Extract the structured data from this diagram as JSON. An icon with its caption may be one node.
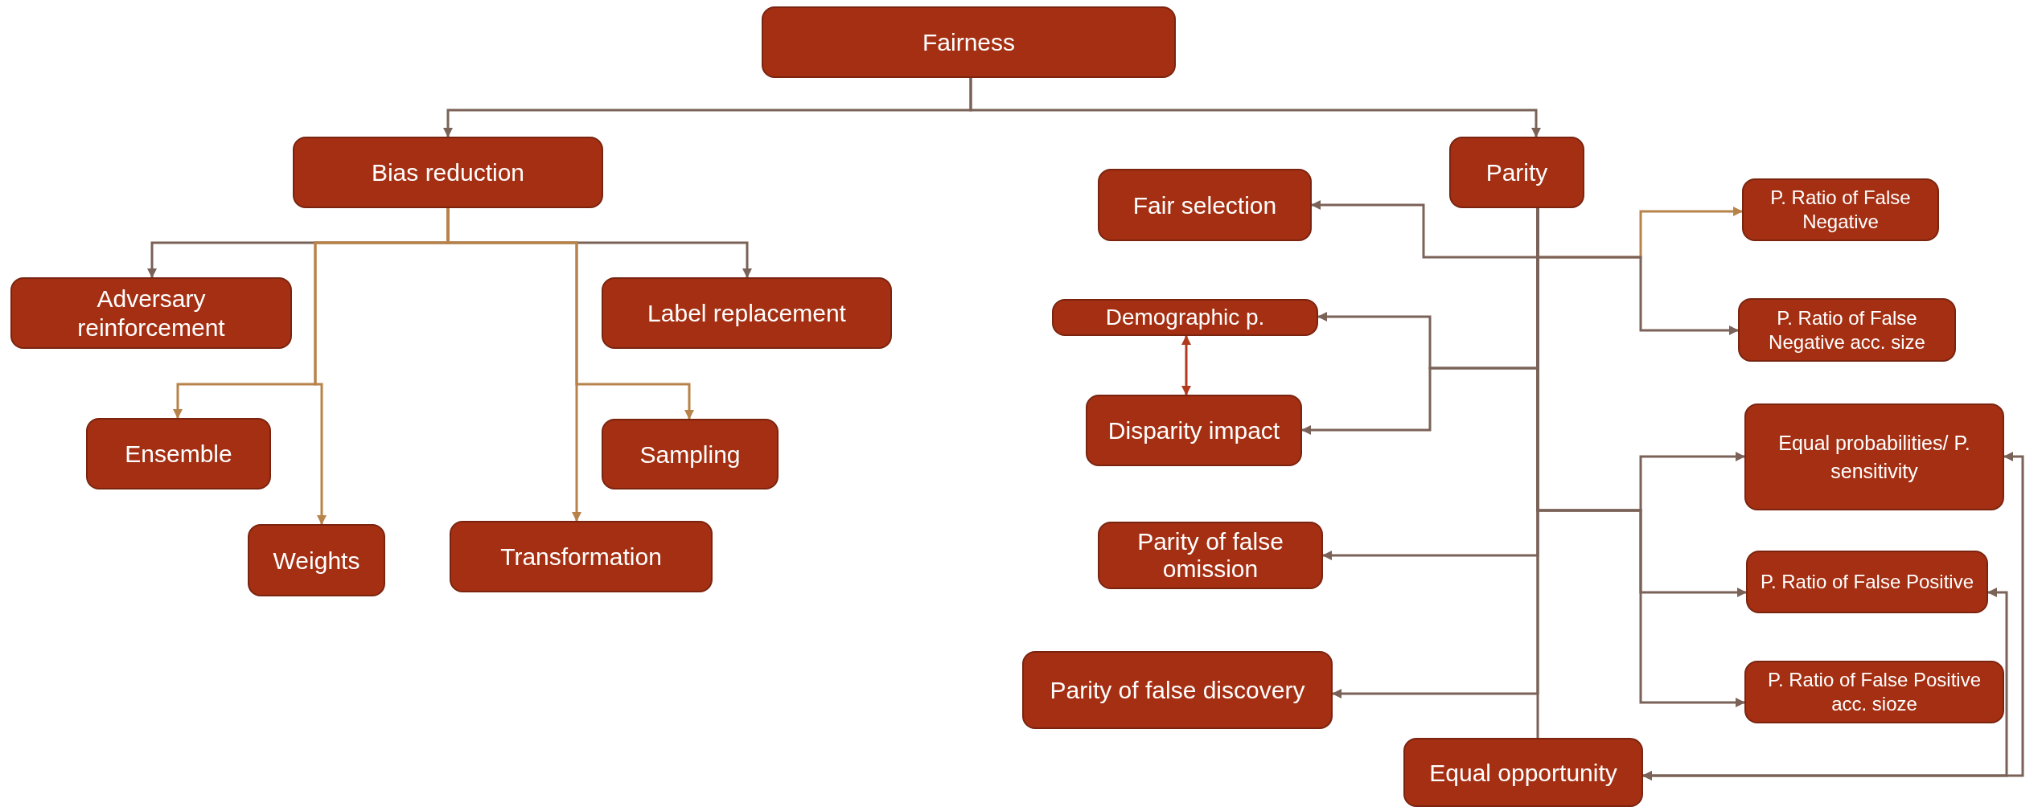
{
  "diagram": {
    "nodes": [
      {
        "text": [
          "Fairness"
        ]
      },
      {
        "text": [
          "Bias reduction"
        ]
      },
      {
        "text": [
          "Parity"
        ]
      },
      {
        "text": [
          "Adversary reinforcement"
        ]
      },
      {
        "text": [
          "Label replacement"
        ]
      },
      {
        "text": [
          "Ensemble"
        ]
      },
      {
        "text": [
          "Sampling"
        ]
      },
      {
        "text": [
          "Weights"
        ]
      },
      {
        "text": [
          "Transformation"
        ]
      },
      {
        "text": [
          "Fair selection"
        ]
      },
      {
        "text": [
          "Demographic p."
        ]
      },
      {
        "text": [
          "Disparity impact"
        ]
      },
      {
        "text": [
          "Parity of false omission"
        ]
      },
      {
        "text": [
          "Parity of false discovery"
        ]
      },
      {
        "text": [
          "Equal opportunity"
        ]
      },
      {
        "text": [
          "P. Ratio of False Negative"
        ]
      },
      {
        "text": [
          "P. Ratio of False Negative acc. size"
        ]
      },
      {
        "text": [
          "Equal probabilities/ P. sensitivity"
        ]
      },
      {
        "text": [
          "P. Ratio of False Positive"
        ]
      },
      {
        "text": [
          "P. Ratio of False Positive acc. sioze"
        ]
      }
    ],
    "edges": [
      {
        "from": 0,
        "to": 1,
        "arrow": "to"
      },
      {
        "from": 0,
        "to": 2,
        "arrow": "to"
      },
      {
        "from": 1,
        "to": 3,
        "arrow": "to"
      },
      {
        "from": 1,
        "to": 4,
        "arrow": "to"
      },
      {
        "from": 1,
        "to": 5,
        "arrow": "to",
        "color": "#b8834a"
      },
      {
        "from": 1,
        "to": 7,
        "arrow": "to",
        "color": "#b8834a"
      },
      {
        "from": 1,
        "to": 8,
        "arrow": "to",
        "color": "#b8834a"
      },
      {
        "from": 1,
        "to": 6,
        "arrow": "to",
        "color": "#b8834a"
      },
      {
        "from": 2,
        "to": 9,
        "arrow": "to"
      },
      {
        "from": 2,
        "to": 15,
        "arrow": "to",
        "color": "#b8834a"
      },
      {
        "from": 2,
        "to": 16,
        "arrow": "to"
      },
      {
        "from": 2,
        "to": 10,
        "arrow": "to"
      },
      {
        "from": 2,
        "to": 11,
        "arrow": "to"
      },
      {
        "from": 10,
        "to": 11,
        "arrow": "both",
        "color": "#b03a1e"
      },
      {
        "from": 2,
        "to": 12,
        "arrow": "to"
      },
      {
        "from": 2,
        "to": 13,
        "arrow": "to"
      },
      {
        "from": 2,
        "to": 17,
        "arrow": "to"
      },
      {
        "from": 2,
        "to": 18,
        "arrow": "to"
      },
      {
        "from": 2,
        "to": 19,
        "arrow": "to"
      },
      {
        "from": 2,
        "to": 14,
        "arrow": "none"
      },
      {
        "from": 14,
        "to": 17,
        "arrow": "both"
      },
      {
        "from": 14,
        "to": 18,
        "arrow": "both"
      }
    ]
  }
}
